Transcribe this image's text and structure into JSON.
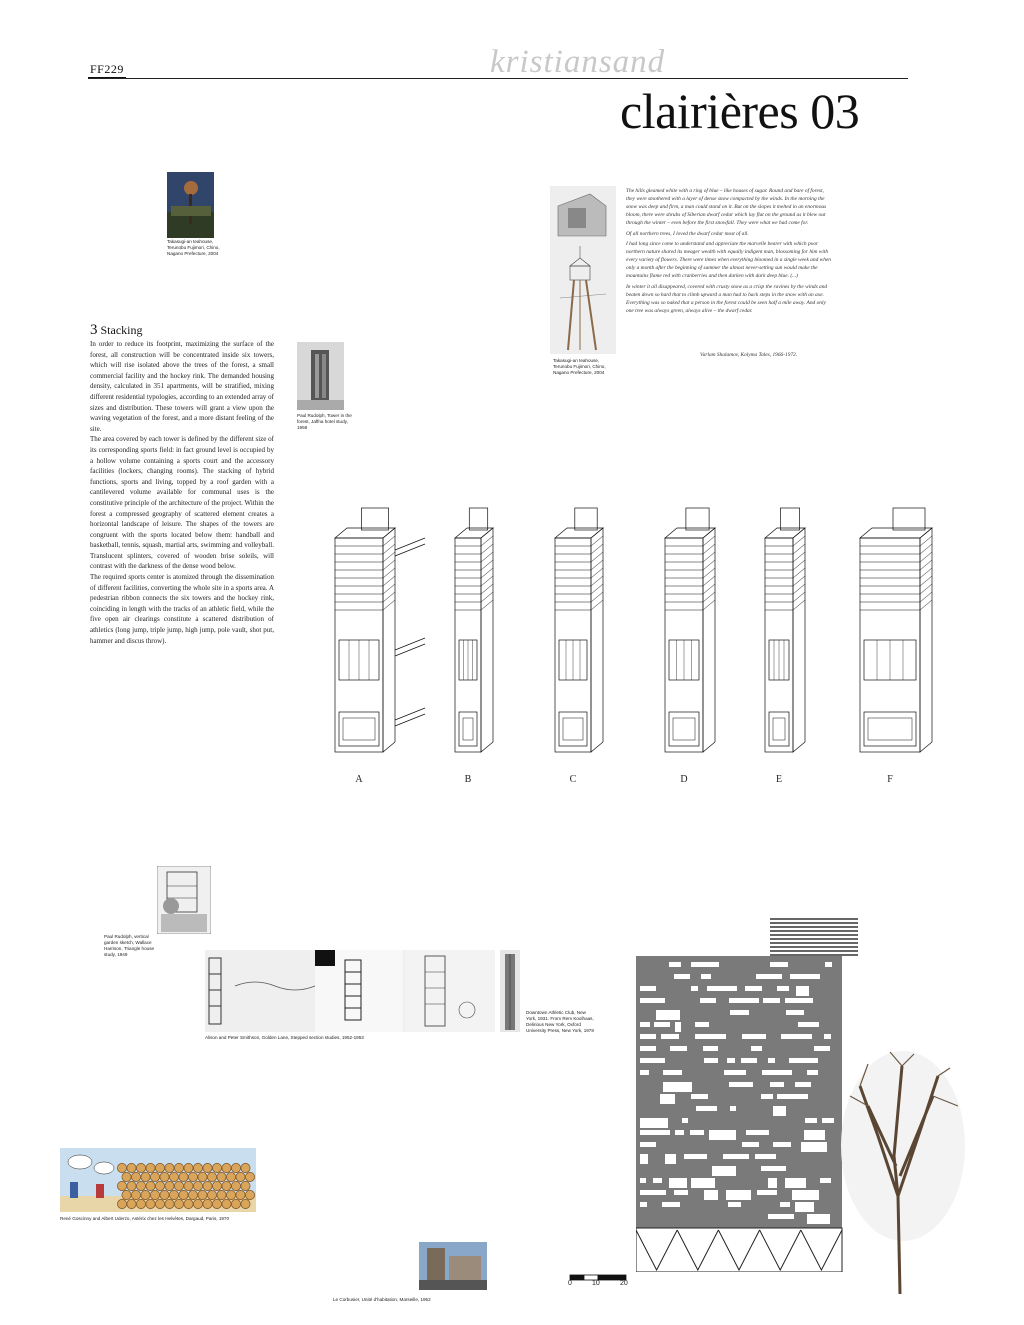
{
  "header": {
    "page_number": "FF229",
    "kicker": "kristiansand",
    "title": "clairières 03"
  },
  "captions": {
    "photo_treehouse": "Takasugi-an teahouse, Terunobu Fujimori, Chino, Nagano Prefecture, 2004",
    "photo_tower": "Paul Rudolph, Tower in the forest, Jaffna hotel study, 1958",
    "drawing_treehouse": "Takasugi-an teahouse, Terunobu Fujimori, Chino, Nagano Prefecture, 2004",
    "sketch_garden": "Paul Rudolph, vertical garden sketch, Wallace Harrison, Triangle house study, 1949",
    "sketch_strip": "Alison and Peter Smithson, Golden Lane, Stepped section studies, 1952-1953",
    "skyscraper": "Downtown Athletic Club, New York, 1931. From Rem Koolhaas, Delirious New York, Oxford University Press, New York, 1978",
    "comic": "René Goscinny and Albert Uderzo, Astérix chez les Helvètes, Dargaud, Paris, 1970",
    "photo_bottom": "Le Corbusier, Unité d'habitation, Marseille, 1952"
  },
  "section": {
    "number": "3",
    "heading": "Stacking",
    "paragraphs": [
      "In order to reduce its footprint, maximizing the surface of the forest, all construction will be concentrated inside six towers, which will rise isolated above the trees of the forest, a small commercial facility and the hockey rink. The demanded housing density, calculated in 351 apartments, will be stratified, mixing different residential typologies, according to an extended array of sizes and distribution. These towers will grant a view upon the waving vegetation of the forest, and a more distant feeling of the site.",
      "The area covered by each tower is defined by the different size of its corresponding sports field: in fact ground level is occupied by a hollow volume containing a sports court and the accessory facilities (lockers, changing rooms). The stacking of hybrid functions, sports and living, topped by a roof garden with a cantilevered volume available for communal uses is the constitutive principle of the architecture of the project. Within the forest a compressed geography of scattered element creates a horizontal landscape of leisure. The shapes of the towers are congruent with the sports located below them: handball and basketball, tennis, squash, martial arts, swimming and volleyball. Translucent splinters, covered of wooden brise soleils, will contrast with the darkness of the dense wood below.",
      "The required sports center is atomized through the dissemination of different facilities, converting the whole site in a sports area. A pedestrian ribbon connects the six towers and the hockey rink, coinciding in length with the tracks of an athletic field, while the five open air clearings constitute a scattered distribution of athletics (long jump, triple jump, high jump, pole vault, shot put, hammer and discus throw)."
    ]
  },
  "poem": {
    "paragraphs": [
      "The hills gleamed white with a ring of blue – like houses of sugar. Round and bare of forest, they were smothered with a layer of dense snow compacted by the winds. In the morning the snow was deep and firm, a man could stand on it. But on the slopes it melted in an enormous bloom, there were shrubs of Siberian dwarf cedar which lay flat on the ground as it blew out through the winter – even before the first snowfall. They were what we had come for.",
      "Of all northern trees, I loved the dwarf cedar most of all.",
      "I had long since come to understand and appreciate the marvelle bearer with which poor northern nature shared its meager wealth with equally indigent man, blossoming for him with every variety of flowers. There were times when everything bloomed in a single week and when only a month after the beginning of summer the almost never-setting sun would make the mountains flame red with cranberries and then darken with dark deep blue. (...)",
      "In winter it all disappeared, covered with crusty snow as a crisp the ravines by the winds and beaten down so hard that to climb upward a man had to hack steps in the snow with an axe. Everything was so naked that a person in the forest could be seen half a mile away. And only one tree was always green, always alive – the dwarf cedar."
    ],
    "attribution": "Varlam Shalamov, Kolyma Tales, 1966-1972."
  },
  "towers": {
    "labels": [
      "A",
      "B",
      "C",
      "D",
      "E",
      "F"
    ]
  },
  "scale_bar": {
    "ticks": [
      "0",
      "10",
      "20"
    ]
  }
}
